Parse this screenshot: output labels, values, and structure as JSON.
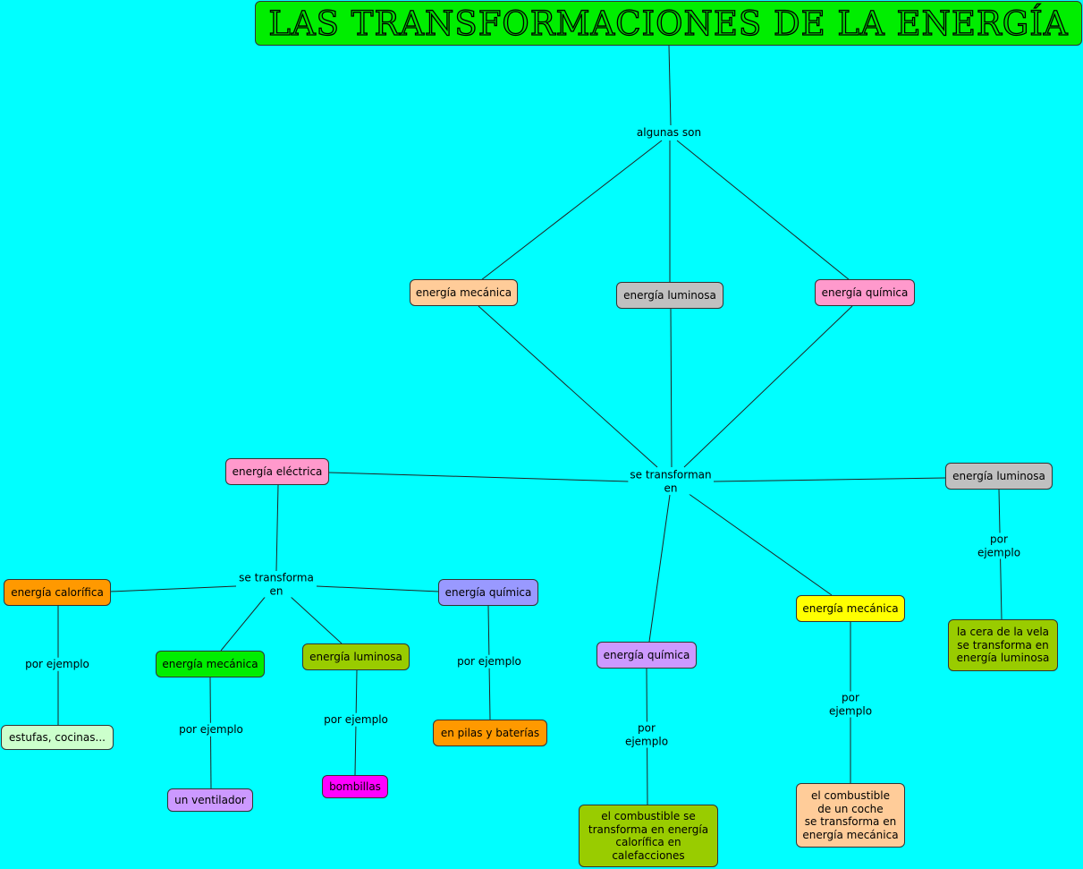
{
  "title": "LAS TRANSFORMACIONES DE LA ENERGÍA",
  "links": {
    "algunas_son": "algunas son",
    "se_transforman_en": "se transforman\nen",
    "se_transforma_en": "se transforma\nen",
    "por_ejemplo_calorifica": "por ejemplo",
    "por_ejemplo_mecanica_left": "por ejemplo",
    "por_ejemplo_luminosa_left": "por ejemplo",
    "por_ejemplo_quimica_left": "por ejemplo",
    "por_ejemplo_quimica_center": "por\nejemplo",
    "por_ejemplo_mecanica_right": "por\nejemplo",
    "por_ejemplo_luminosa_right": "por\nejemplo"
  },
  "nodes": {
    "mecanica_top": "energía mecánica",
    "luminosa_top": "energía luminosa",
    "quimica_top": "energía química",
    "electrica": "energía eléctrica",
    "luminosa_right": "energía luminosa",
    "calorifica": "energía calorífica",
    "quimica_left": "energía química",
    "mecanica_left": "energía mecánica",
    "luminosa_left": "energía luminosa",
    "quimica_center": "energía química",
    "mecanica_right": "energía mecánica",
    "estufas": "estufas, cocinas...",
    "ventilador": "un ventilador",
    "bombillas": "bombillas",
    "pilas": "en pilas y baterías",
    "combustible_calefacciones": "el combustible se\ntransforma en energía\ncalorífica en\ncalefacciones",
    "combustible_coche": "el combustible\nde un coche\nse transforma en\nenergía mecánica",
    "cera_vela": "la cera de la vela\nse transforma en\nenergía luminosa"
  },
  "colors": {
    "background": "#00ffff",
    "title": "#00ee00",
    "peach": "#ffcc99",
    "gray": "#c0c0c0",
    "pink": "#ff99cc",
    "orange": "#ff9900",
    "periwinkle": "#9999ff",
    "green": "#00ee00",
    "olive": "#99cc00",
    "lavender": "#cc99ff",
    "yellow": "#ffff00",
    "light_green": "#ccffcc",
    "magenta": "#ff00ff"
  }
}
